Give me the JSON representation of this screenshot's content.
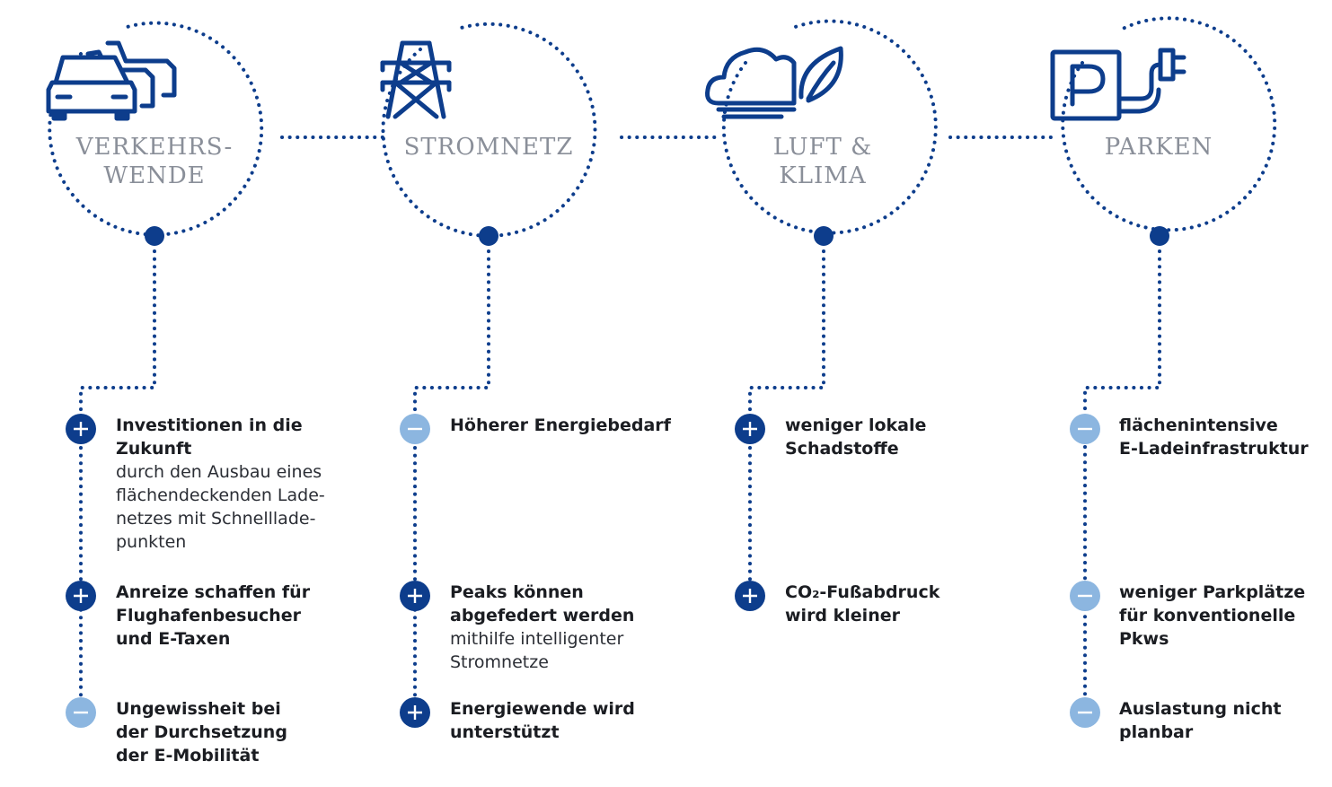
{
  "colors": {
    "dark_blue": "#0d3d8c",
    "light_blue": "#8cb6e0",
    "title_grey": "#8a8f99",
    "text": "#1b1d22"
  },
  "columns": [
    {
      "title": "VERKEHRS-\nWENDE",
      "icon": "cars-icon",
      "items": [
        {
          "type": "plus",
          "strong": "Investitionen in die\nZukunft",
          "light": "durch den Ausbau eines\nflächendeckenden Lade-\nnetzes mit Schnelllade-\npunkten"
        },
        {
          "type": "plus",
          "strong": "Anreize schaffen für\nFlughafenbesucher\nund E-Taxen",
          "light": ""
        },
        {
          "type": "minus",
          "strong": "Ungewissheit bei\nder Durchsetzung\nder E-Mobilität",
          "light": ""
        }
      ]
    },
    {
      "title": "STROMNETZ",
      "icon": "power-pylon-icon",
      "items": [
        {
          "type": "minus",
          "strong": "Höherer Energiebedarf",
          "light": ""
        },
        {
          "type": "plus",
          "strong": "Peaks können\nabgefedert werden",
          "light": "mithilfe intelligenter\nStromnetze"
        },
        {
          "type": "plus",
          "strong": "Energiewende wird\nunterstützt",
          "light": ""
        }
      ]
    },
    {
      "title": "LUFT &\nKLIMA",
      "icon": "cloud-leaf-icon",
      "items": [
        {
          "type": "plus",
          "strong": "weniger lokale\nSchadstoffe",
          "light": ""
        },
        {
          "type": "plus",
          "strong": "CO₂-Fußabdruck\nwird kleiner",
          "light": ""
        }
      ]
    },
    {
      "title": "PARKEN",
      "icon": "parking-plug-icon",
      "items": [
        {
          "type": "minus",
          "strong": "flächenintensive\nE-Ladeinfrastruktur",
          "light": ""
        },
        {
          "type": "minus",
          "strong": "weniger Parkplätze\nfür konventionelle\nPkws",
          "light": ""
        },
        {
          "type": "minus",
          "strong": "Auslastung nicht\nplanbar",
          "light": ""
        }
      ]
    }
  ]
}
